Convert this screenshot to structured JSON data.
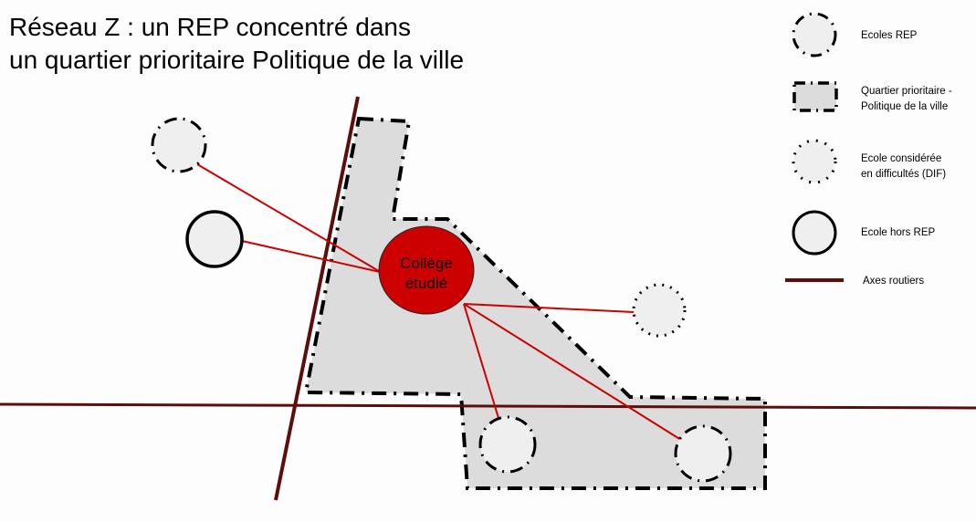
{
  "title": {
    "line1": "Réseau Z : un REP concentré dans",
    "line2": "un quartier prioritaire Politique de la ville"
  },
  "college": {
    "line1": "Collège",
    "line2": "étudié",
    "color": "#cc0000"
  },
  "legend": {
    "ecoles_rep": "Ecoles REP",
    "quartier_line1": "Quartier prioritaire -",
    "quartier_line2": "Politique de la ville",
    "dif_line1": "Ecole considérée",
    "dif_line2": "en difficultés (DIF)",
    "hors_rep": "Ecole hors REP",
    "axes": "Axes routiers"
  },
  "colors": {
    "road": "#5c0f0a",
    "link": "#cc0000",
    "zone": "#dcdcdc",
    "school": "#efefef"
  }
}
